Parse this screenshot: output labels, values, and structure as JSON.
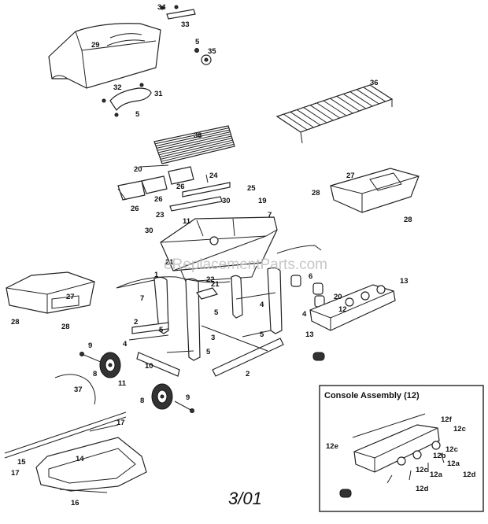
{
  "watermark": "eReplacementParts.com",
  "date_code": "3/01",
  "console": {
    "title": "Console Assembly (12)",
    "callouts": [
      "12f",
      "12c",
      "12e",
      "12b",
      "12a",
      "12c",
      "12d",
      "12c",
      "12a",
      "12d"
    ]
  },
  "callouts": [
    "34",
    "33",
    "29",
    "5",
    "35",
    "32",
    "31",
    "5",
    "36",
    "38",
    "20",
    "24",
    "26",
    "26",
    "26",
    "25",
    "27",
    "28",
    "28",
    "23",
    "11",
    "30",
    "19",
    "7",
    "30",
    "21",
    "22",
    "6",
    "13",
    "27",
    "7",
    "1",
    "21",
    "28",
    "28",
    "2",
    "5",
    "4",
    "5",
    "3",
    "4",
    "5",
    "13",
    "20",
    "12",
    "9",
    "4",
    "10",
    "5",
    "8",
    "2",
    "37",
    "11",
    "8",
    "9",
    "17",
    "14",
    "15",
    "17",
    "16"
  ]
}
